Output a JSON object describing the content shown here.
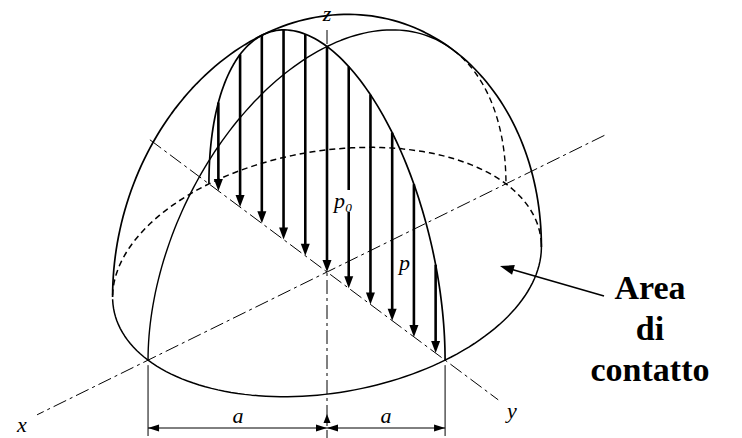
{
  "diagram": {
    "labels": [
      "z",
      "p₀",
      "p",
      "Area di contatto",
      "a",
      "a",
      "y",
      "x"
    ]
  }
}
